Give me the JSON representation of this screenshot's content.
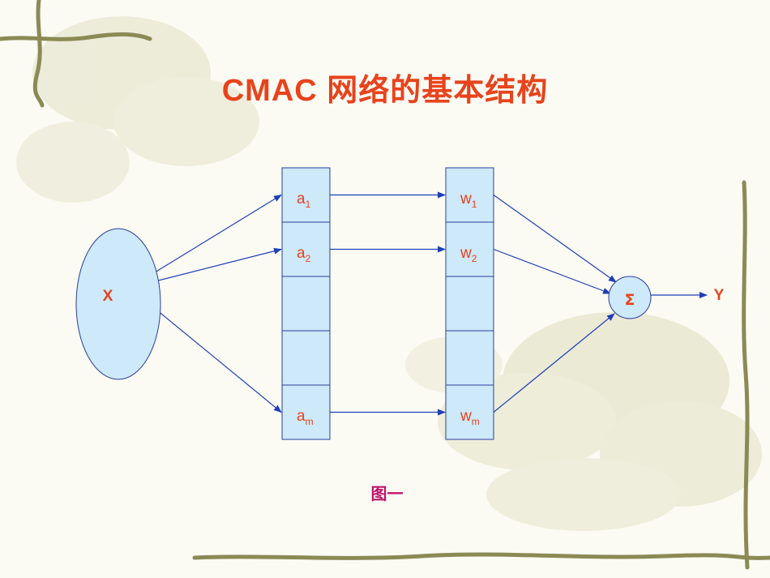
{
  "title": "CMAC 网络的基本结构",
  "caption": "图一",
  "colors": {
    "title": "#e8431c",
    "caption": "#c0146a",
    "node_fill": "#cde9fa",
    "node_stroke": "#2b3f9a",
    "arrow": "#1f3fb8",
    "label_red": "#e8431c",
    "vine": "#8b8a55",
    "leaf": "#dedcb8"
  },
  "input": {
    "label": "X"
  },
  "association_cells": [
    {
      "base": "a",
      "sub": "1"
    },
    {
      "base": "a",
      "sub": "2"
    },
    {
      "base": "",
      "sub": ""
    },
    {
      "base": "",
      "sub": ""
    },
    {
      "base": "a",
      "sub": "m"
    }
  ],
  "weight_cells": [
    {
      "base": "w",
      "sub": "1"
    },
    {
      "base": "w",
      "sub": "2"
    },
    {
      "base": "",
      "sub": ""
    },
    {
      "base": "",
      "sub": ""
    },
    {
      "base": "w",
      "sub": "m"
    }
  ],
  "sum_node": {
    "label": "Σ"
  },
  "output": {
    "label": "Y"
  }
}
